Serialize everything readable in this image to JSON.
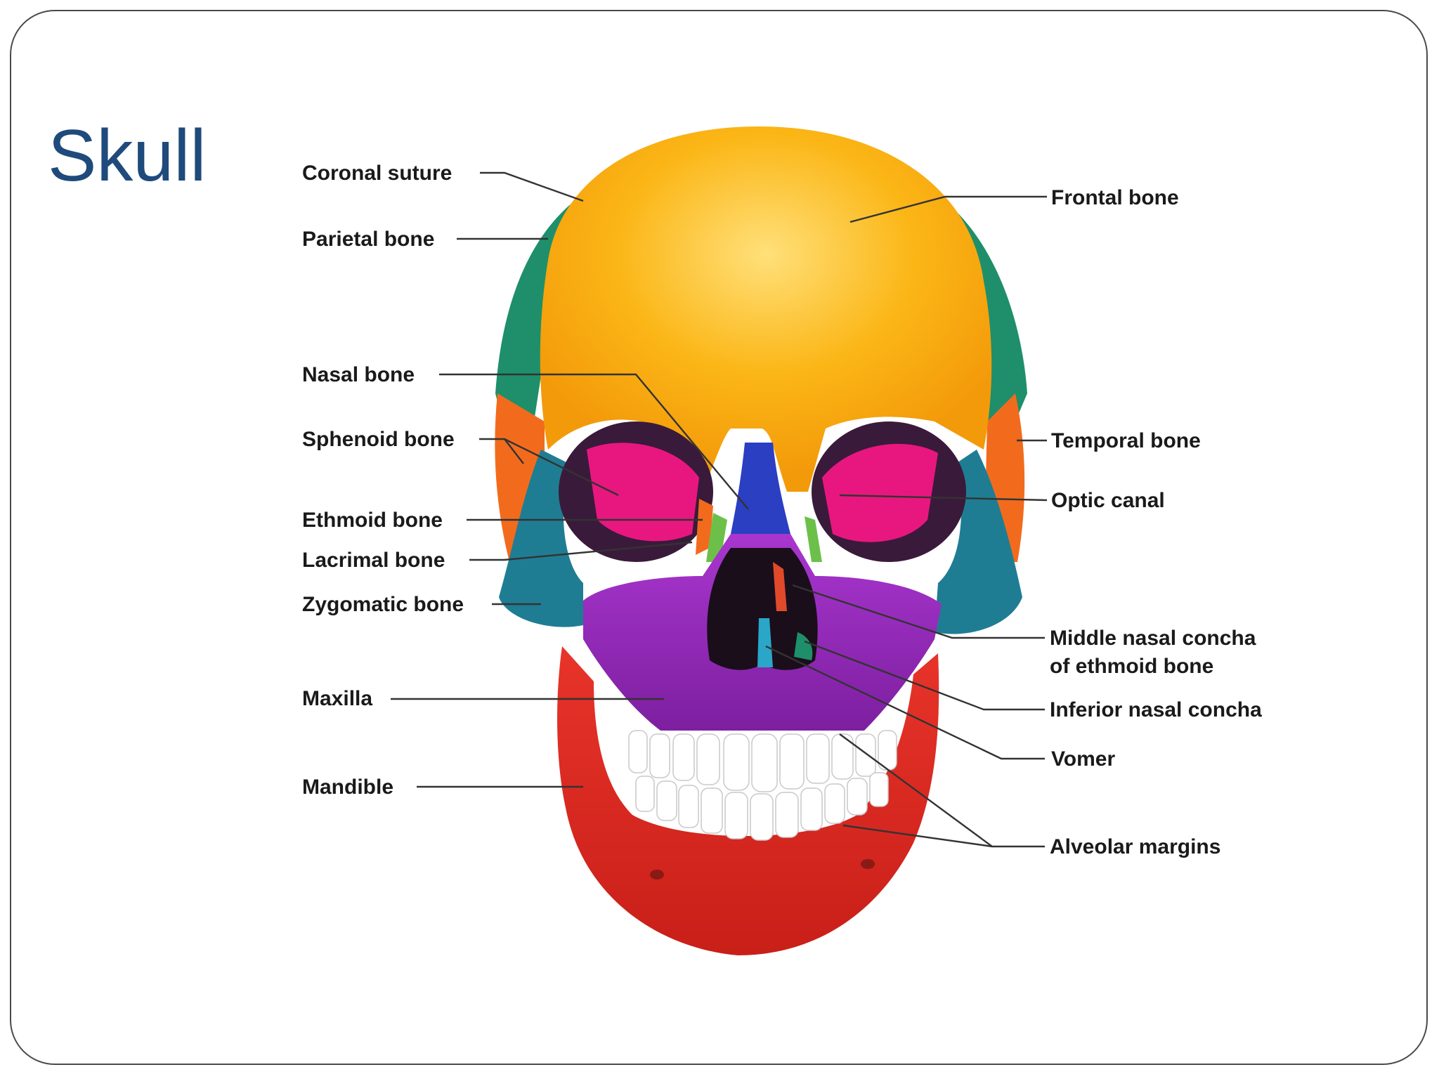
{
  "title": "Skull",
  "labels": {
    "coronal_suture": "Coronal suture",
    "parietal_bone": "Parietal bone",
    "nasal_bone": "Nasal bone",
    "sphenoid_bone": "Sphenoid bone",
    "ethmoid_bone": "Ethmoid bone",
    "lacrimal_bone": "Lacrimal bone",
    "zygomatic_bone": "Zygomatic bone",
    "maxilla": "Maxilla",
    "mandible": "Mandible",
    "frontal_bone": "Frontal bone",
    "temporal_bone": "Temporal bone",
    "optic_canal": "Optic canal",
    "middle_nasal_concha_line1": "Middle nasal concha",
    "middle_nasal_concha_line2": "of ethmoid bone",
    "inferior_nasal_concha": "Inferior nasal concha",
    "vomer": "Vomer",
    "alveolar_margins": "Alveolar margins"
  },
  "colors": {
    "title": "#1f4a7c",
    "frontal": "#fbb616",
    "parietal": "#1e8f6a",
    "temporal": "#f26b1d",
    "sphenoid": "#e8177f",
    "zygomatic": "#1f7d93",
    "nasal": "#2a3fc2",
    "maxilla": "#9b2bc0",
    "mandible": "#dd2a22",
    "teeth": "#ffffff",
    "ethmoid": "#f26b1d",
    "lacrimal": "#6cc04a",
    "vomer": "#2aa6c9"
  }
}
